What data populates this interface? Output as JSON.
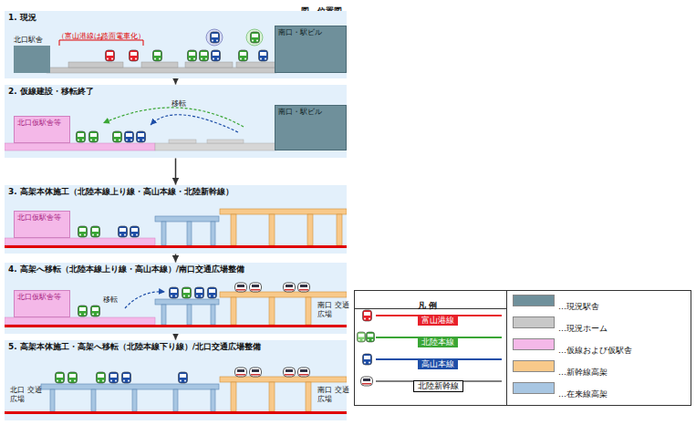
{
  "diagram": {
    "title": "図　位置図",
    "nodes": [
      {
        "text": [
          "1. 現況"
        ]
      },
      {
        "text": [
          "北口駅舎"
        ],
        "in": 0
      },
      {
        "text": [
          "南口・駅ビル"
        ],
        "in": 0
      },
      {
        "text": [
          "2. 仮線建設・移転終了"
        ]
      },
      {
        "text": [
          "北口仮駅舎等"
        ],
        "in": 3
      },
      {
        "text": [
          "南口・駅ビル"
        ],
        "in": 3
      },
      {
        "text": [
          "3. 高架本体施工（北陸本線上り線・高山本線・北陸新幹線）"
        ]
      },
      {
        "text": [
          "北口仮駅舎等"
        ],
        "in": 6
      },
      {
        "text": [
          "4. 高架へ移転（北陸本線上り線・高山本線）/南口交通広場整備"
        ]
      },
      {
        "text": [
          "北口仮駅舎等"
        ],
        "in": 8
      },
      {
        "text": [
          "5. 高架本体施工・高架へ移転（北陸本線下り線）/北口交通広場整備"
        ]
      }
    ],
    "edges": [
      {
        "from": 0,
        "to": 3,
        "arrow": "to"
      },
      {
        "from": 3,
        "to": 6,
        "arrow": "to"
      },
      {
        "from": 6,
        "to": 8,
        "arrow": "to"
      },
      {
        "from": 8,
        "to": 10,
        "arrow": "to"
      }
    ],
    "labels": [
      "（富山港線は路面電車化）",
      "移転",
      "移転",
      "南口 交通広場",
      "北口 交通広場",
      "南口 交通広場",
      "凡 例"
    ],
    "legend": [
      {
        "text": "富山港線"
      },
      {
        "text": "北陸本線"
      },
      {
        "text": "高山本線"
      },
      {
        "text": "北陸新幹線"
      },
      {
        "text": "…現況駅舎",
        "color": "#6f909b"
      },
      {
        "text": "…現況ホーム",
        "color": "#c8c8c8"
      },
      {
        "text": "…仮線および仮駅舎",
        "color": "#f4b8e8"
      },
      {
        "text": "…新幹線高架",
        "color": "#f8c98a"
      },
      {
        "text": "…在来線高架",
        "color": "#a8c6e2"
      }
    ]
  }
}
